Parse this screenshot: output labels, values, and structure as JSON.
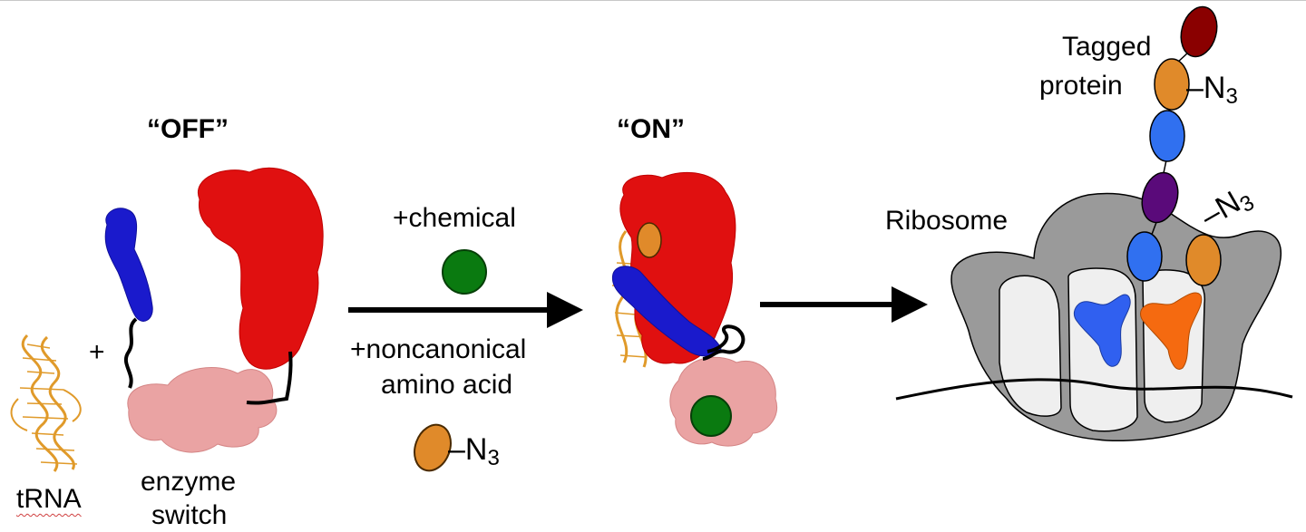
{
  "labels": {
    "off_state": "“OFF”",
    "on_state": "“ON”",
    "trna": "tRNA",
    "enzyme_switch_line1": "enzyme",
    "enzyme_switch_line2": "switch",
    "plus_sign": "+",
    "plus_chemical": "+chemical",
    "noncanonical_line1": "+noncanonical",
    "noncanonical_line2": "amino acid",
    "azide_group": "–N",
    "azide_subscript": "3",
    "ribosome": "Ribosome",
    "tagged_protein_line1": "Tagged",
    "tagged_protein_line2": "protein"
  },
  "colors": {
    "enzyme_domain": "#e01010",
    "enzyme_base": "#eaa3a3",
    "peptide": "#1a1acc",
    "trna": "#e09a2a",
    "chemical": "#0a7a10",
    "noncanonical_amino_acid": "#e08a2a",
    "ribosome_body": "#9a9a9a",
    "ribosome_site": "#efefef",
    "trna_blue": "#3060f0",
    "trna_orange": "#f56a10",
    "chain_blue": "#3070f0",
    "chain_purple": "#5a0a7a",
    "chain_darkred": "#8a0000",
    "linker": "#000000"
  }
}
